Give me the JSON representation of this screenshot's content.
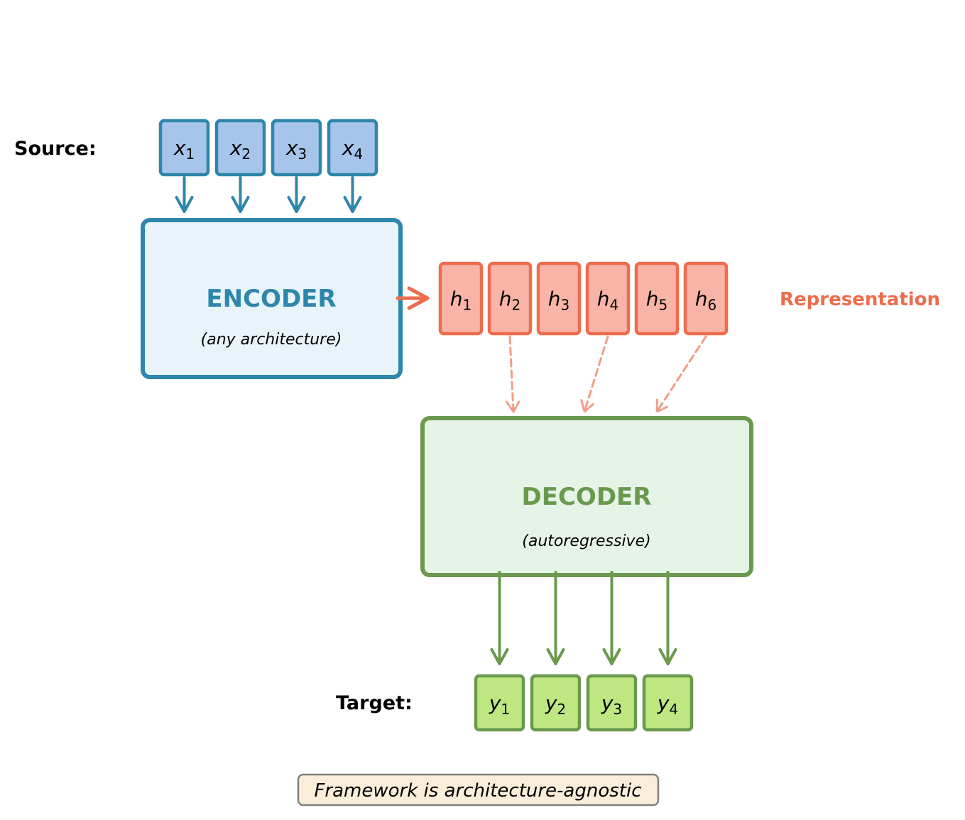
{
  "diagram": {
    "type": "encoder-decoder-flow",
    "source": {
      "label": "Source:",
      "tokens": [
        {
          "base": "x",
          "index": "1"
        },
        {
          "base": "x",
          "index": "2"
        },
        {
          "base": "x",
          "index": "3"
        },
        {
          "base": "x",
          "index": "4"
        }
      ]
    },
    "encoder": {
      "title": "ENCODER",
      "subtitle": "(any architecture)"
    },
    "representation": {
      "label": "Representation",
      "tokens": [
        {
          "base": "h",
          "index": "1"
        },
        {
          "base": "h",
          "index": "2"
        },
        {
          "base": "h",
          "index": "3"
        },
        {
          "base": "h",
          "index": "4"
        },
        {
          "base": "h",
          "index": "5"
        },
        {
          "base": "h",
          "index": "6"
        }
      ],
      "attended_tokens": [
        "h2",
        "h4",
        "h6"
      ]
    },
    "decoder": {
      "title": "DECODER",
      "subtitle": "(autoregressive)"
    },
    "target": {
      "label": "Target:",
      "tokens": [
        {
          "base": "y",
          "index": "1"
        },
        {
          "base": "y",
          "index": "2"
        },
        {
          "base": "y",
          "index": "3"
        },
        {
          "base": "y",
          "index": "4"
        }
      ]
    },
    "footnote": "Framework is architecture-agnostic"
  },
  "colors": {
    "encoder_stroke": "#2E86AB",
    "encoder_fill": "#E8F4FA",
    "source_fill": "#A7C4EA",
    "rep_stroke": "#EE6C4D",
    "rep_fill": "#F8B4A6",
    "rep_dashed": "#F29C88",
    "decoder_stroke": "#6A994E",
    "decoder_fill": "#E6F4E8",
    "target_fill": "#BEE681",
    "note_fill": "#FAEDD9",
    "note_stroke": "#808080"
  }
}
